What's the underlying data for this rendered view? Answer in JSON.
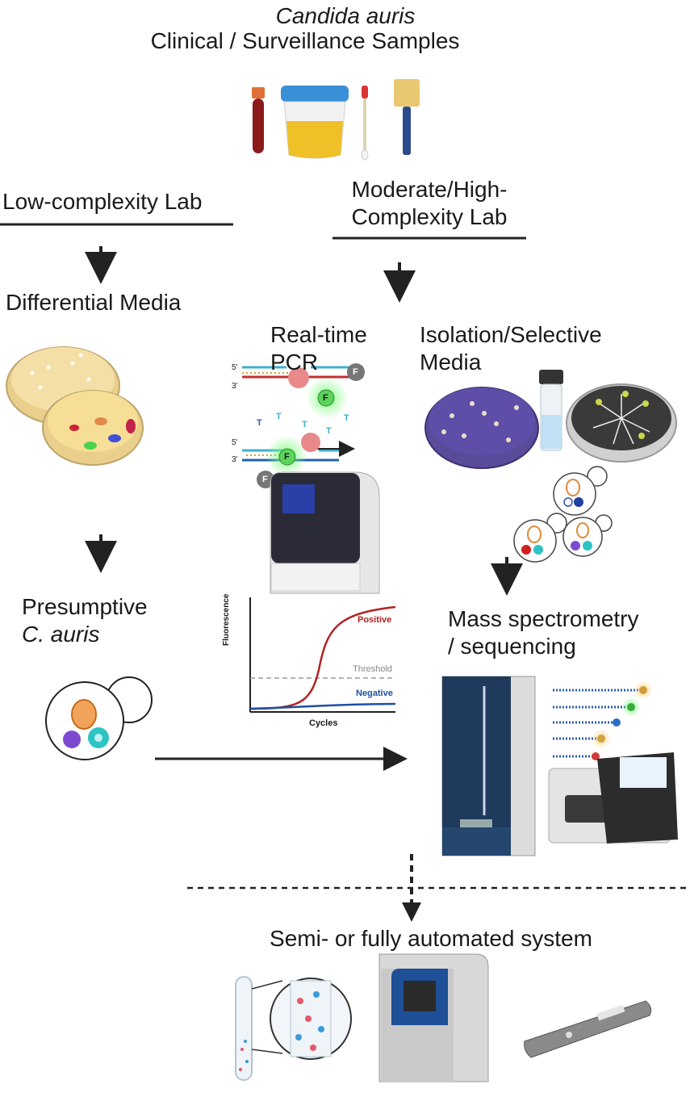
{
  "header": {
    "species": "Candida auris",
    "title": "Clinical / Surveillance Samples"
  },
  "left_branch": {
    "lab": "Low-complexity Lab",
    "step1": "Differential Media",
    "step2_line1": "Presumptive",
    "step2_line2": "C. auris"
  },
  "right_branch": {
    "lab_line1": "Moderate/High-",
    "lab_line2": "Complexity Lab",
    "pcr_line1": "Real-time",
    "pcr_line2": "PCR",
    "isolation_line1": "Isolation/Selective",
    "isolation_line2": "Media",
    "ms_line1": "Mass spectrometry",
    "ms_line2": "/ sequencing"
  },
  "pcr_diagram": {
    "strand_5": "5'",
    "strand_3": "3'",
    "fluor": "F",
    "base_t": "T"
  },
  "pcr_plot": {
    "ylabel": "Fluorescence",
    "xlabel": "Cycles",
    "positive": "Positive",
    "threshold": "Threshold",
    "negative": "Negative"
  },
  "bottom": {
    "label": "Semi- or fully automated system"
  },
  "colors": {
    "arrow": "#222222",
    "positive": "#b22222",
    "negative": "#1f4fa3",
    "instrument_blue": "#1e3a5f"
  }
}
